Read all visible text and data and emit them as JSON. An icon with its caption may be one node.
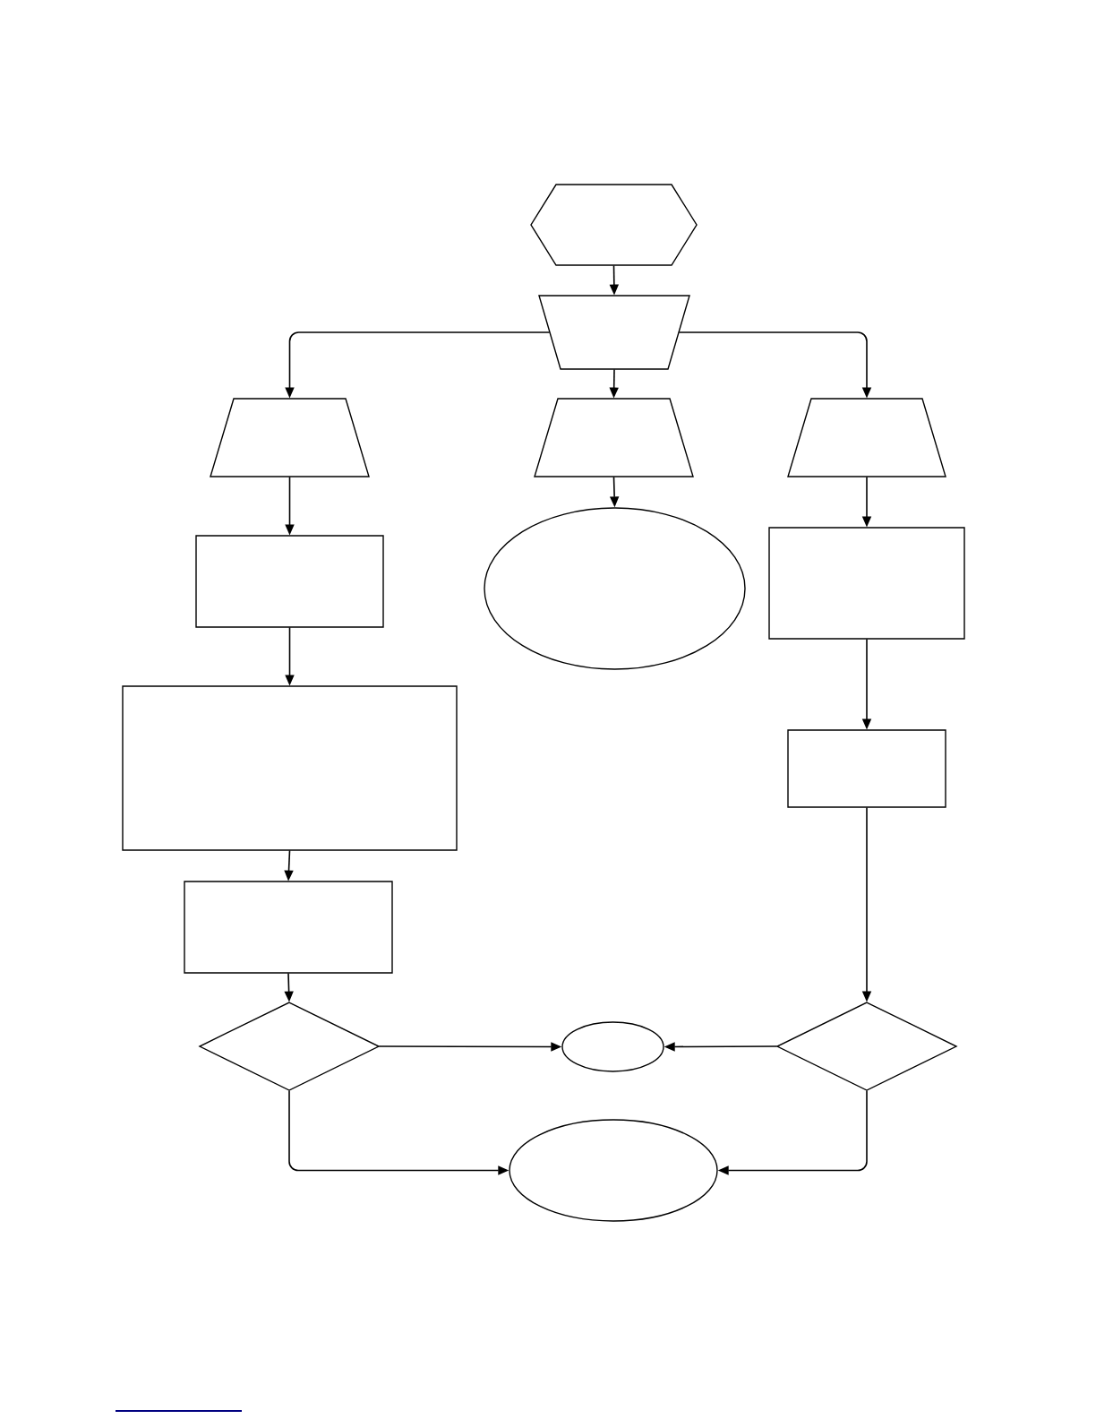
{
  "diagram": {
    "nodes": [
      {
        "text": [],
        "shape": "hexagon"
      },
      {
        "text": [],
        "shape": "trapezoid"
      },
      {
        "text": [],
        "shape": "trapezoid"
      },
      {
        "text": [],
        "shape": "trapezoid"
      },
      {
        "text": [],
        "shape": "trapezoid"
      },
      {
        "text": [],
        "shape": "box"
      },
      {
        "text": [],
        "shape": "ellipse"
      },
      {
        "text": [],
        "shape": "box"
      },
      {
        "text": [],
        "shape": "box"
      },
      {
        "text": [],
        "shape": "box"
      },
      {
        "text": [],
        "shape": "box"
      },
      {
        "text": [],
        "shape": "diamond"
      },
      {
        "text": [],
        "shape": "ellipse"
      },
      {
        "text": [],
        "shape": "diamond"
      },
      {
        "text": [],
        "shape": "ellipse"
      }
    ],
    "edges": [
      {
        "from": 0,
        "to": 1,
        "arrow": "to"
      },
      {
        "from": 1,
        "to": 2,
        "arrow": "to"
      },
      {
        "from": 1,
        "to": 3,
        "arrow": "to"
      },
      {
        "from": 1,
        "to": 4,
        "arrow": "to"
      },
      {
        "from": 2,
        "to": 5,
        "arrow": "to"
      },
      {
        "from": 3,
        "to": 6,
        "arrow": "to"
      },
      {
        "from": 4,
        "to": 7,
        "arrow": "to"
      },
      {
        "from": 5,
        "to": 8,
        "arrow": "to"
      },
      {
        "from": 7,
        "to": 9,
        "arrow": "to"
      },
      {
        "from": 8,
        "to": 10,
        "arrow": "to"
      },
      {
        "from": 10,
        "to": 11,
        "arrow": "to"
      },
      {
        "from": 9,
        "to": 13,
        "arrow": "to"
      },
      {
        "from": 11,
        "to": 12,
        "arrow": "to"
      },
      {
        "from": 13,
        "to": 12,
        "arrow": "to"
      },
      {
        "from": 11,
        "to": 14,
        "arrow": "to"
      },
      {
        "from": 13,
        "to": 14,
        "arrow": "to"
      }
    ]
  }
}
